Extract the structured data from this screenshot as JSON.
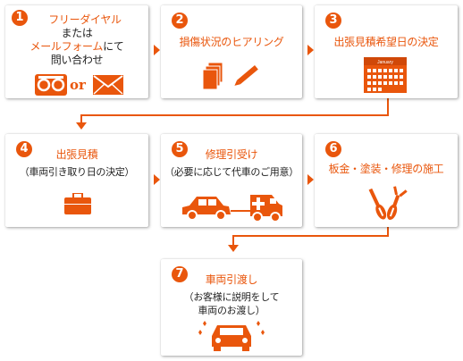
{
  "steps": [
    {
      "num": "1",
      "line1": "フリーダイヤル",
      "line2": "または",
      "line3_orange": "メールフォーム",
      "line3_rest": "にて",
      "line4": "問い合わせ",
      "or_text": "or"
    },
    {
      "num": "2",
      "title": "損傷状況のヒアリング"
    },
    {
      "num": "3",
      "title": "出張見積希望日の決定",
      "calendar_label": "January"
    },
    {
      "num": "4",
      "title": "出張見積",
      "sub": "（車両引き取り日の決定）"
    },
    {
      "num": "5",
      "title": "修理引受け",
      "sub": "（必要に応じて代車のご用意）"
    },
    {
      "num": "6",
      "title": "板金・塗装・修理の施工"
    },
    {
      "num": "7",
      "title": "車両引渡し",
      "sub1": "（お客様に説明をして",
      "sub2": "車両のお渡し）"
    }
  ],
  "colors": {
    "accent": "#e9560c",
    "text": "#222222"
  }
}
